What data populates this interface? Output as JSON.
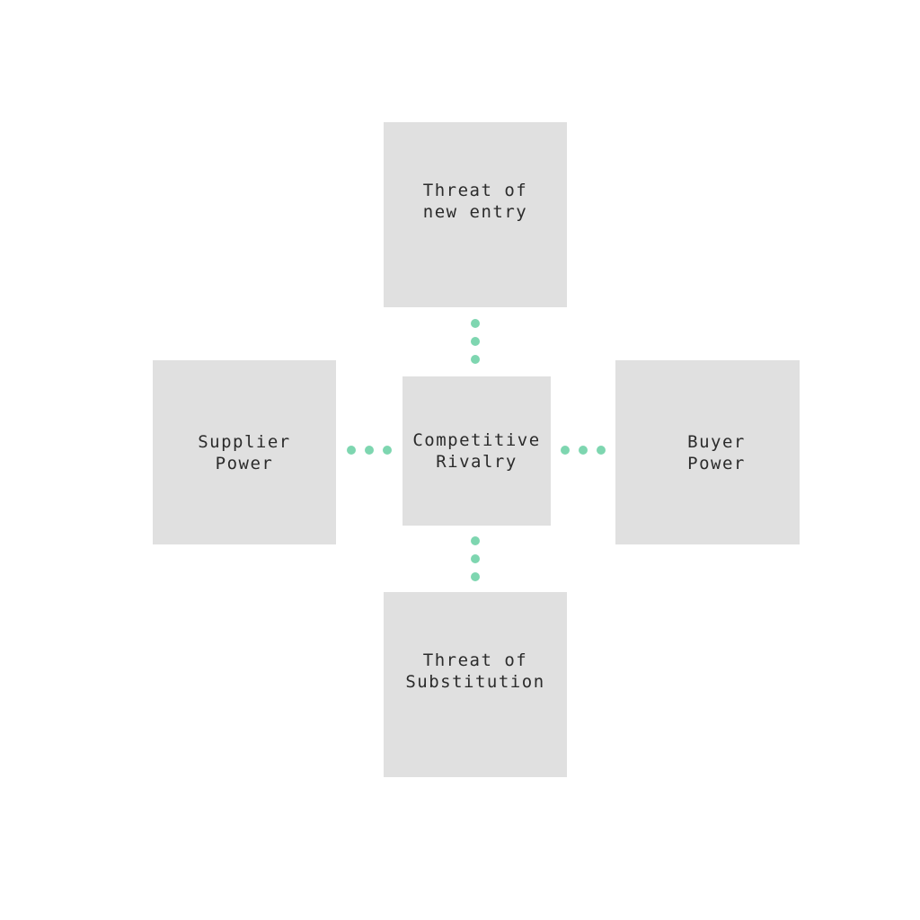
{
  "diagram": {
    "center": {
      "line1": "Competitive",
      "line2": "Rivalry"
    },
    "top": {
      "line1": "Threat of",
      "line2": "new entry"
    },
    "left": {
      "line1": "Supplier",
      "line2": "Power"
    },
    "right": {
      "line1": "Buyer",
      "line2": "Power"
    },
    "bottom": {
      "line1": "Threat of",
      "line2": "Substitution"
    }
  },
  "colors": {
    "box_fill": "#e0e0e0",
    "connector_dot": "#7ed6b0",
    "text": "#2b2b2b"
  },
  "connectors": {
    "dots_per_connector": 3,
    "links": [
      "center-top",
      "center-bottom",
      "center-left",
      "center-right"
    ]
  }
}
